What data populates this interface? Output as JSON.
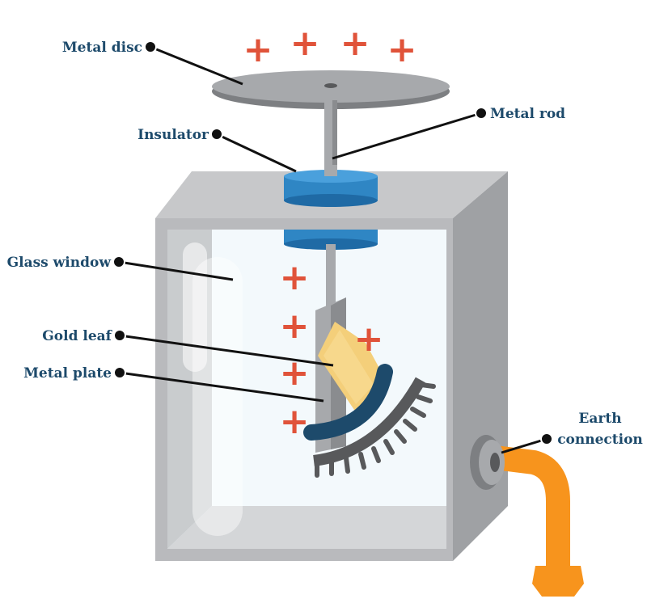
{
  "labels": {
    "metal_disc": "Metal disc",
    "metal_rod": "Metal rod",
    "insulator": "Insulator",
    "glass_window": "Glass window",
    "gold_leaf": "Gold leaf",
    "metal_plate": "Metal plate",
    "earth_connection_line1": "Earth",
    "earth_connection_line2": "connection"
  },
  "charge_symbol": "+",
  "colors": {
    "label_text": "#1d4a6b",
    "plus_sign": "#e0533a",
    "metal_grey": "#a7a9ac",
    "insulator_blue": "#2f86c4",
    "gold_leaf": "#f4cf7a",
    "curved_plate": "#1d4a6b",
    "scale_grey": "#58595b",
    "earth_wire": "#f7941d"
  }
}
